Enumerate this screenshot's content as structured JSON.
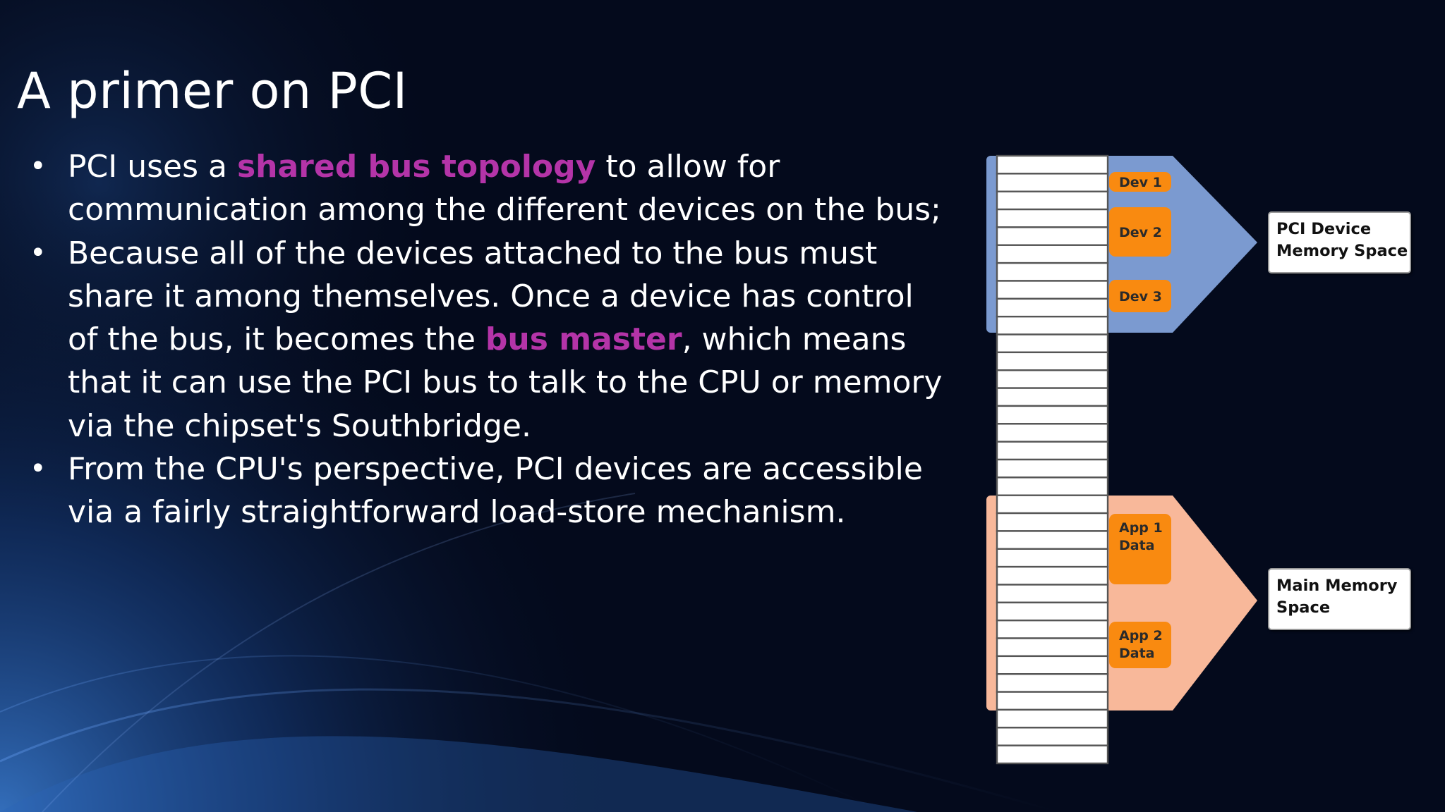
{
  "slide": {
    "title": "A primer on PCI",
    "colors": {
      "background": "#040a1c",
      "text": "#ffffff",
      "highlight": "#b434a8"
    },
    "bullets": [
      {
        "segments": [
          {
            "text": "PCI uses a "
          },
          {
            "text": "shared bus topology",
            "highlight": true
          },
          {
            "text": " to allow for communication among the different devices on the bus;"
          }
        ]
      },
      {
        "segments": [
          {
            "text": "Because all of the devices attached to the bus must share it among themselves. Once a device has control of the bus, it becomes the "
          },
          {
            "text": "bus master",
            "highlight": true
          },
          {
            "text": ", which means that it can use the PCI bus to talk to the CPU or memory via the chipset's Southbridge."
          }
        ]
      },
      {
        "segments": [
          {
            "text": "From the CPU's perspective, PCI devices are accessible via a fairly straightforward load-store mechanism."
          }
        ]
      }
    ]
  },
  "diagram": {
    "colors": {
      "pci_region": "#7b9ad0",
      "main_region": "#f8b89a",
      "block": "#f98a10",
      "block_text": "#2a2a2a",
      "cell_line": "#555555"
    },
    "memory_cells": 34,
    "pci_blocks": [
      "Dev 1",
      "Dev 2",
      "Dev 3"
    ],
    "main_blocks": [
      {
        "line1": "App 1",
        "line2": "Data"
      },
      {
        "line1": "App 2",
        "line2": "Data"
      }
    ],
    "pci_label": {
      "line1": "PCI Device",
      "line2": "Memory Space"
    },
    "main_label": {
      "line1": "Main Memory",
      "line2": "Space"
    }
  }
}
